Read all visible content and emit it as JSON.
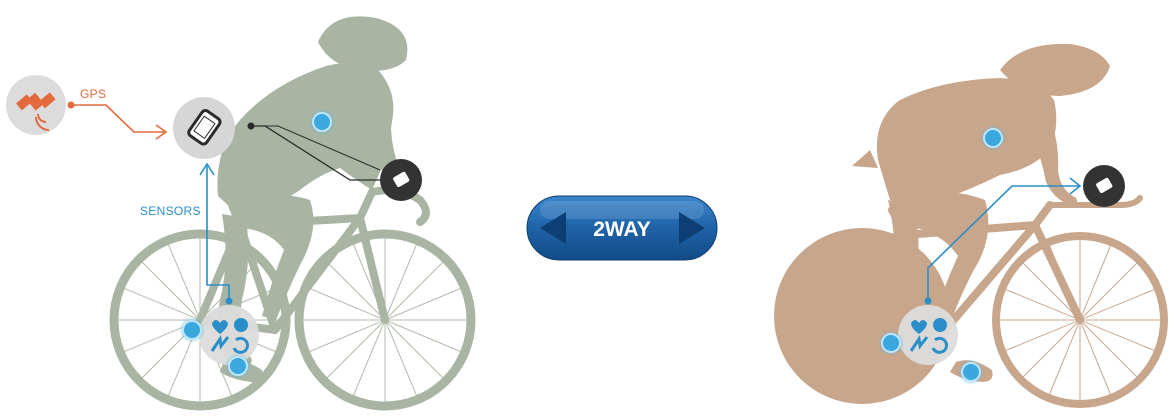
{
  "labels": {
    "gps": "GPS",
    "sensors": "SENSORS",
    "two_way": "2WAY"
  },
  "icons": {
    "satellite": "satellite-icon",
    "phone": "smartphone-icon",
    "head_unit": "bike-computer-icon",
    "sensor_hub": "sensor-hub-icon",
    "sensor_node": "sensor-node-icon",
    "arrow_left": "arrow-left-icon",
    "arrow_right": "arrow-right-icon"
  },
  "colors": {
    "road_cyclist": "#a9b4a2",
    "tt_cyclist": "#c8a68c",
    "gps": "#e36a3c",
    "sensors": "#2a8ec8",
    "button": "#1f63a8",
    "device": "#333333",
    "hub_bg": "#dcdcdc"
  }
}
